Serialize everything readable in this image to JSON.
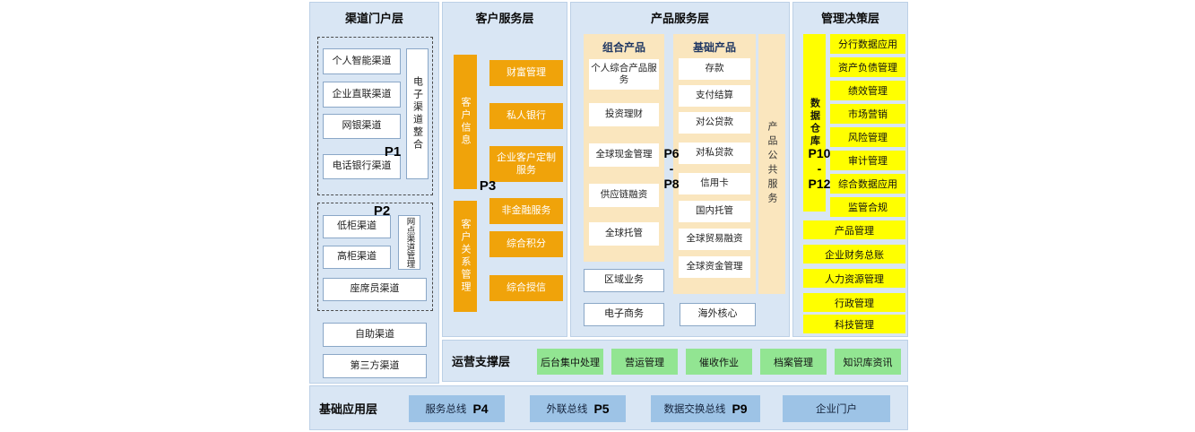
{
  "channel": {
    "title": "渠道门户层",
    "p1": "P1",
    "p2": "P2",
    "group1_items": [
      "个人智能渠道",
      "企业直联渠道",
      "网银渠道",
      "电话银行渠道"
    ],
    "group1_side": "电子渠道整合",
    "group2_items": [
      "低柜渠道",
      "高柜渠道"
    ],
    "group2_side": "网点渠道管理",
    "group2_wide": "座席员渠道",
    "extra_items": [
      "自助渠道",
      "第三方渠道"
    ]
  },
  "customer": {
    "title": "客户服务层",
    "p3": "P3",
    "bar_top": "客户信息",
    "bar_bottom": "客户关系管理",
    "boxes": [
      "财富管理",
      "私人银行",
      "企业客户定制服务",
      "非金融服务",
      "综合积分",
      "综合授信"
    ]
  },
  "product": {
    "title": "产品服务层",
    "p_label": {
      "top": "P6",
      "mid": "-",
      "bottom": "P8"
    },
    "combo_header": "组合产品",
    "combo_items": [
      "个人综合产品服务",
      "投资理财",
      "全球现金管理",
      "供应链融资",
      "全球托管"
    ],
    "basic_header": "基础产品",
    "basic_items": [
      "存款",
      "支付结算",
      "对公贷款",
      "对私贷款",
      "信用卡",
      "国内托管",
      "全球贸易融资",
      "全球资金管理"
    ],
    "public_bar": "产品公共服务",
    "bottom_items": [
      "区域业务",
      "电子商务"
    ],
    "overseas": "海外核心"
  },
  "management": {
    "title": "管理决策层",
    "p_label": {
      "top": "P10",
      "mid": "-",
      "bottom": "P12"
    },
    "warehouse": "数据仓库",
    "apps": [
      "分行数据应用",
      "资产负债管理",
      "绩效管理",
      "市场营销",
      "风险管理",
      "审计管理",
      "综合数据应用",
      "监管合规"
    ],
    "wide_apps": [
      "产品管理",
      "企业财务总账",
      "人力资源管理",
      "行政管理",
      "科技管理"
    ]
  },
  "ops": {
    "title": "运营支撑层",
    "items": [
      "后台集中处理",
      "营运管理",
      "催收作业",
      "档案管理",
      "知识库资讯"
    ]
  },
  "base": {
    "title": "基础应用层",
    "items": [
      {
        "label": "服务总线",
        "p": "P4"
      },
      {
        "label": "外联总线",
        "p": "P5"
      },
      {
        "label": "数据交换总线",
        "p": "P9"
      },
      {
        "label": "企业门户"
      }
    ]
  },
  "colors": {
    "panel_blue": "#d9e6f4",
    "orange": "#f0a30a",
    "cream": "#fae6be",
    "yellow": "#ffff00",
    "green": "#92e592",
    "base_blue": "#9dc3e6"
  }
}
